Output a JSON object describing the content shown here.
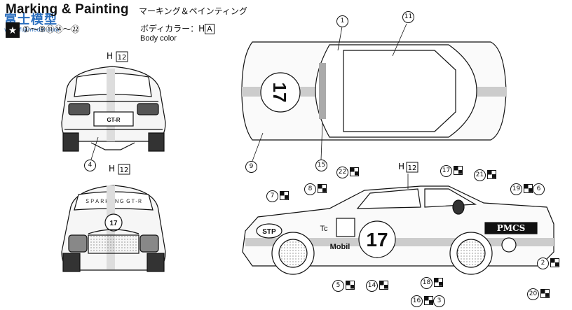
{
  "header": {
    "title": "Marking & Painting",
    "title_jp": "マーキング＆ペインティング",
    "watermark": "富士模型",
    "watermark_url": "www.fujimodel.com",
    "parts": "①～⑨⑪⑭～㉒",
    "body_color_jp": "ボディカラー：H",
    "body_color_code": "A",
    "body_color_en": "Body color"
  },
  "views": {
    "rear_color_prefix": "H",
    "rear_color_code": "12",
    "front_color_prefix": "H",
    "front_color_code": "12",
    "side_color_prefix": "H",
    "side_color_code": "12",
    "rear_plate": "GT-R",
    "side_number": "17",
    "roof_number": "17",
    "front_number": "17",
    "side_sponsor": "PMCS",
    "side_logo_stp": "STP",
    "side_logo_mobil": "Mobil",
    "side_logo_tc": "Tc",
    "front_banner": "ＳＰＡＲＫＩＮＧ ＧＴ-Ｒ"
  },
  "callouts": {
    "c1": "1",
    "c2": "2",
    "c3": "3",
    "c4": "4",
    "c5": "5",
    "c6": "6",
    "c7": "7",
    "c8": "8",
    "c9": "9",
    "c11": "11",
    "c14": "14",
    "c15": "15",
    "c16": "16",
    "c17": "17",
    "c18": "18",
    "c19": "19",
    "c20": "20",
    "c21": "21",
    "c22": "22"
  }
}
